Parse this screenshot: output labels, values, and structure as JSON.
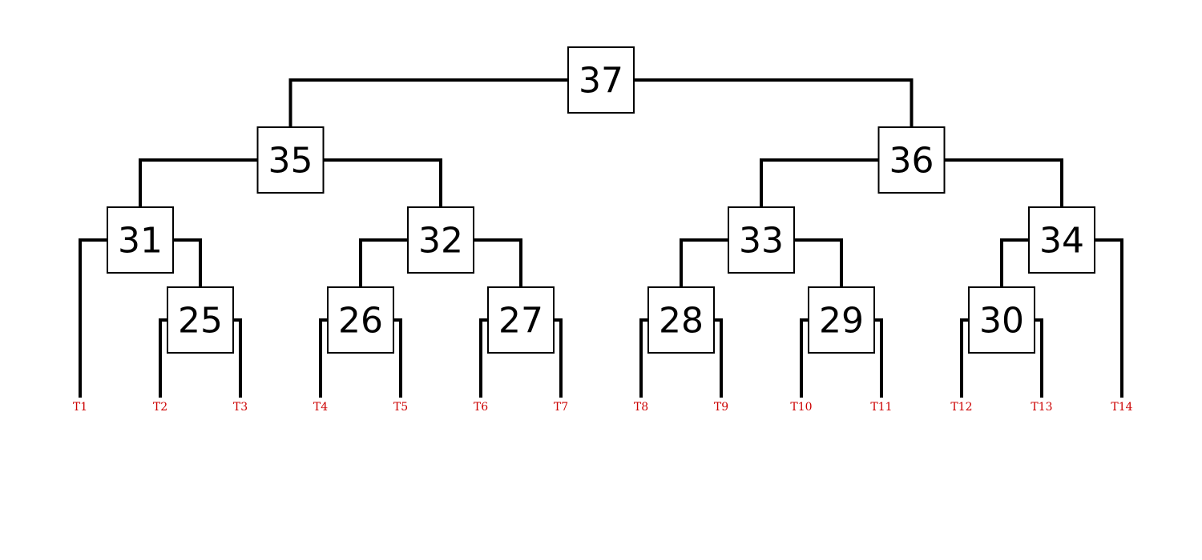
{
  "colors": {
    "background": "#ffffff",
    "line": "#000000",
    "leaf_text": "#cc0000"
  },
  "nodes": [
    {
      "id": "37",
      "label": "37",
      "children": [
        "35",
        "36"
      ]
    },
    {
      "id": "35",
      "label": "35",
      "children": [
        "31",
        "32"
      ]
    },
    {
      "id": "36",
      "label": "36",
      "children": [
        "33",
        "34"
      ]
    },
    {
      "id": "31",
      "label": "31",
      "children": [
        "T1",
        "25"
      ]
    },
    {
      "id": "32",
      "label": "32",
      "children": [
        "26",
        "27"
      ]
    },
    {
      "id": "33",
      "label": "33",
      "children": [
        "28",
        "29"
      ]
    },
    {
      "id": "34",
      "label": "34",
      "children": [
        "30",
        "T14"
      ]
    },
    {
      "id": "25",
      "label": "25",
      "children": [
        "T2",
        "T3"
      ]
    },
    {
      "id": "26",
      "label": "26",
      "children": [
        "T4",
        "T5"
      ]
    },
    {
      "id": "27",
      "label": "27",
      "children": [
        "T6",
        "T7"
      ]
    },
    {
      "id": "28",
      "label": "28",
      "children": [
        "T8",
        "T9"
      ]
    },
    {
      "id": "29",
      "label": "29",
      "children": [
        "T10",
        "T11"
      ]
    },
    {
      "id": "30",
      "label": "30",
      "children": [
        "T12",
        "T13"
      ]
    }
  ],
  "leaves": [
    "T1",
    "T2",
    "T3",
    "T4",
    "T5",
    "T6",
    "T7",
    "T8",
    "T9",
    "T10",
    "T11",
    "T12",
    "T13",
    "T14"
  ]
}
